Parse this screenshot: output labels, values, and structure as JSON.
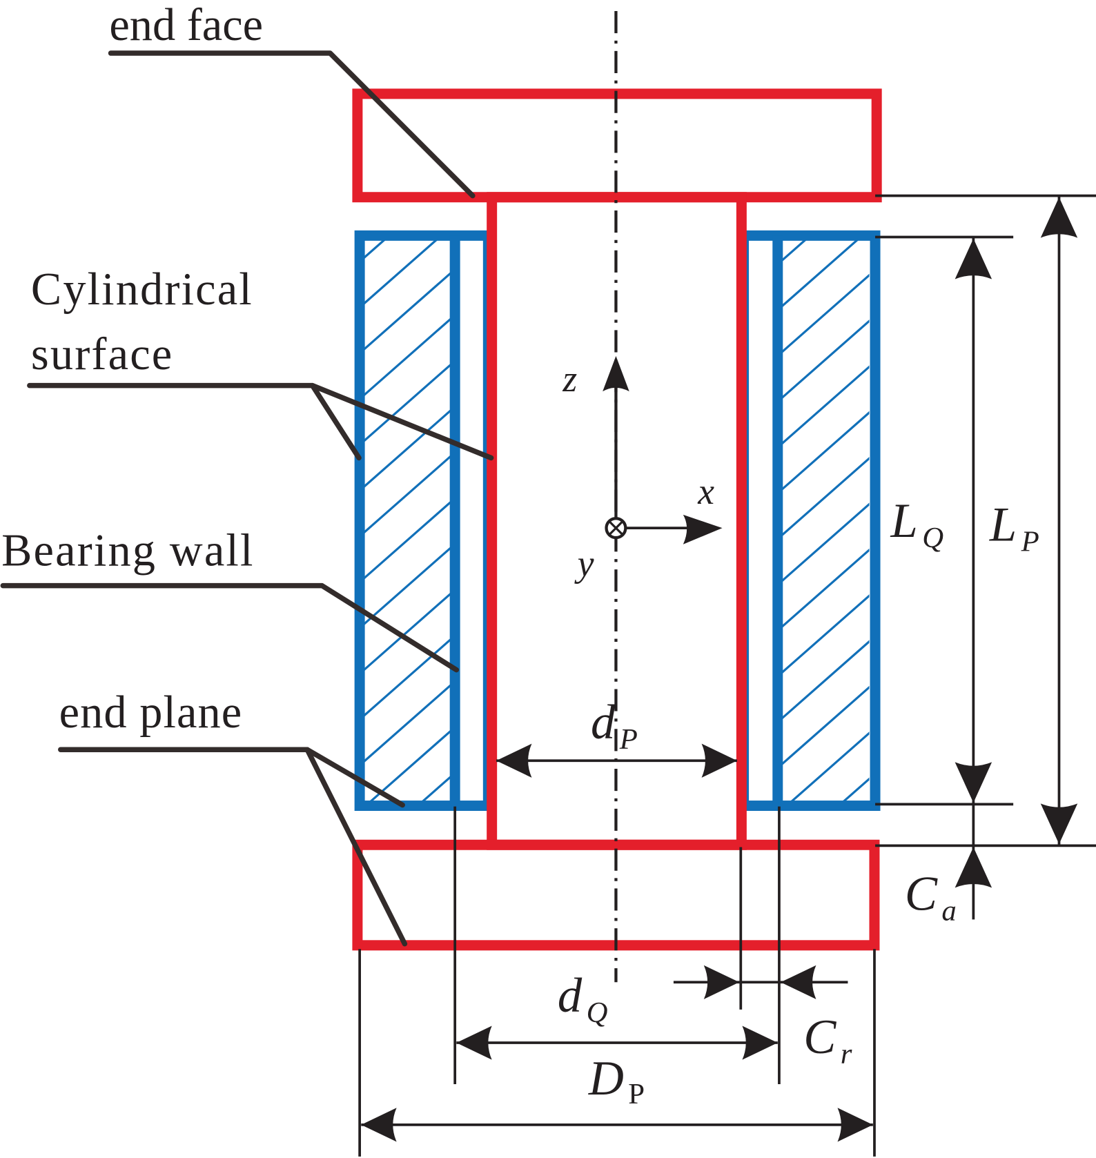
{
  "colors": {
    "shaft": "#e41f2b",
    "bearing": "#1170b9",
    "ink": "#231f20"
  },
  "labels": {
    "end_face": "end face",
    "cylindrical_surface_line1": "Cylindrical",
    "cylindrical_surface_line2": "surface",
    "bearing_wall": "Bearing wall",
    "end_plane": "end plane"
  },
  "axes": {
    "z": "z",
    "x": "x",
    "y": "y"
  },
  "dimensions": {
    "LQ": {
      "main": "L",
      "sub": "Q"
    },
    "LP": {
      "main": "L",
      "sub": "P"
    },
    "Ca": {
      "main": "C",
      "sub": "a"
    },
    "dP": {
      "main": "d",
      "sub": "P"
    },
    "dQ": {
      "main": "d",
      "sub": "Q"
    },
    "Cr": {
      "main": "C",
      "sub": "r"
    },
    "DP": {
      "main": "D",
      "sub": "P"
    }
  }
}
